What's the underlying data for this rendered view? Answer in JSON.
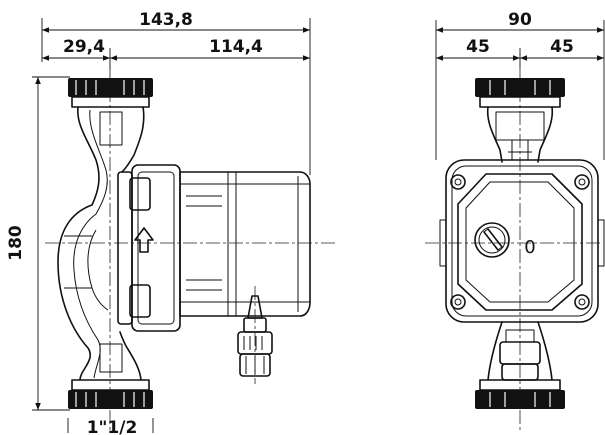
{
  "side_view": {
    "overall_width": "143,8",
    "offset_left": "29,4",
    "offset_right": "114,4",
    "height": "180",
    "thread_size": "1\"1/2"
  },
  "front_view": {
    "overall_width": "90",
    "half_left": "45",
    "half_right": "45",
    "indicator": "0"
  }
}
